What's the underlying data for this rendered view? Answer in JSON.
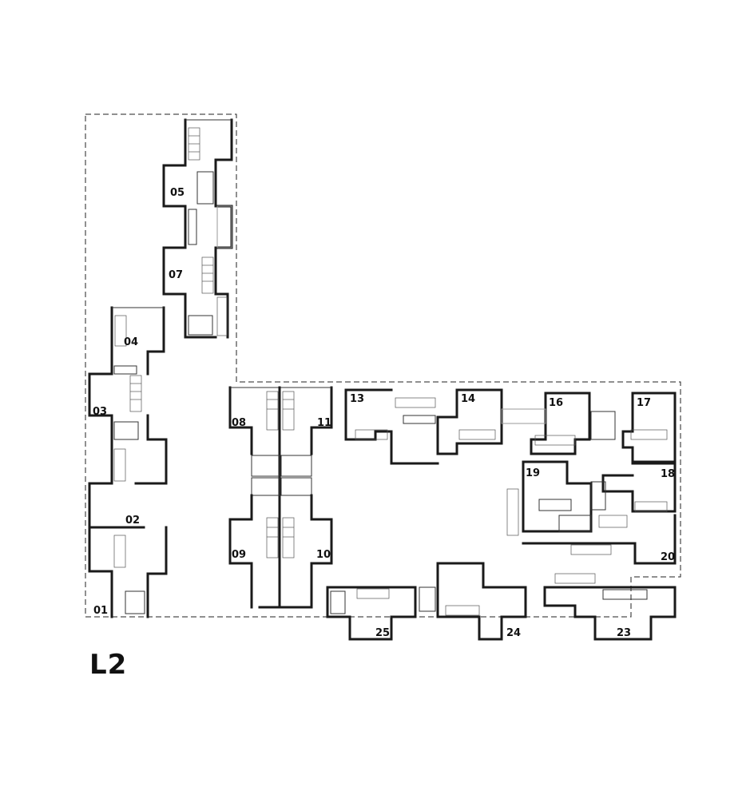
{
  "level_label": "L2",
  "units": [
    {
      "label": "05"
    },
    {
      "label": "07"
    },
    {
      "label": "04"
    },
    {
      "label": "03"
    },
    {
      "label": "02"
    },
    {
      "label": "01"
    },
    {
      "label": "08"
    },
    {
      "label": "11"
    },
    {
      "label": "09"
    },
    {
      "label": "10"
    },
    {
      "label": "13"
    },
    {
      "label": "14"
    },
    {
      "label": "16"
    },
    {
      "label": "17"
    },
    {
      "label": "19"
    },
    {
      "label": "18"
    },
    {
      "label": "20"
    },
    {
      "label": "25"
    },
    {
      "label": "24"
    },
    {
      "label": "23"
    }
  ]
}
